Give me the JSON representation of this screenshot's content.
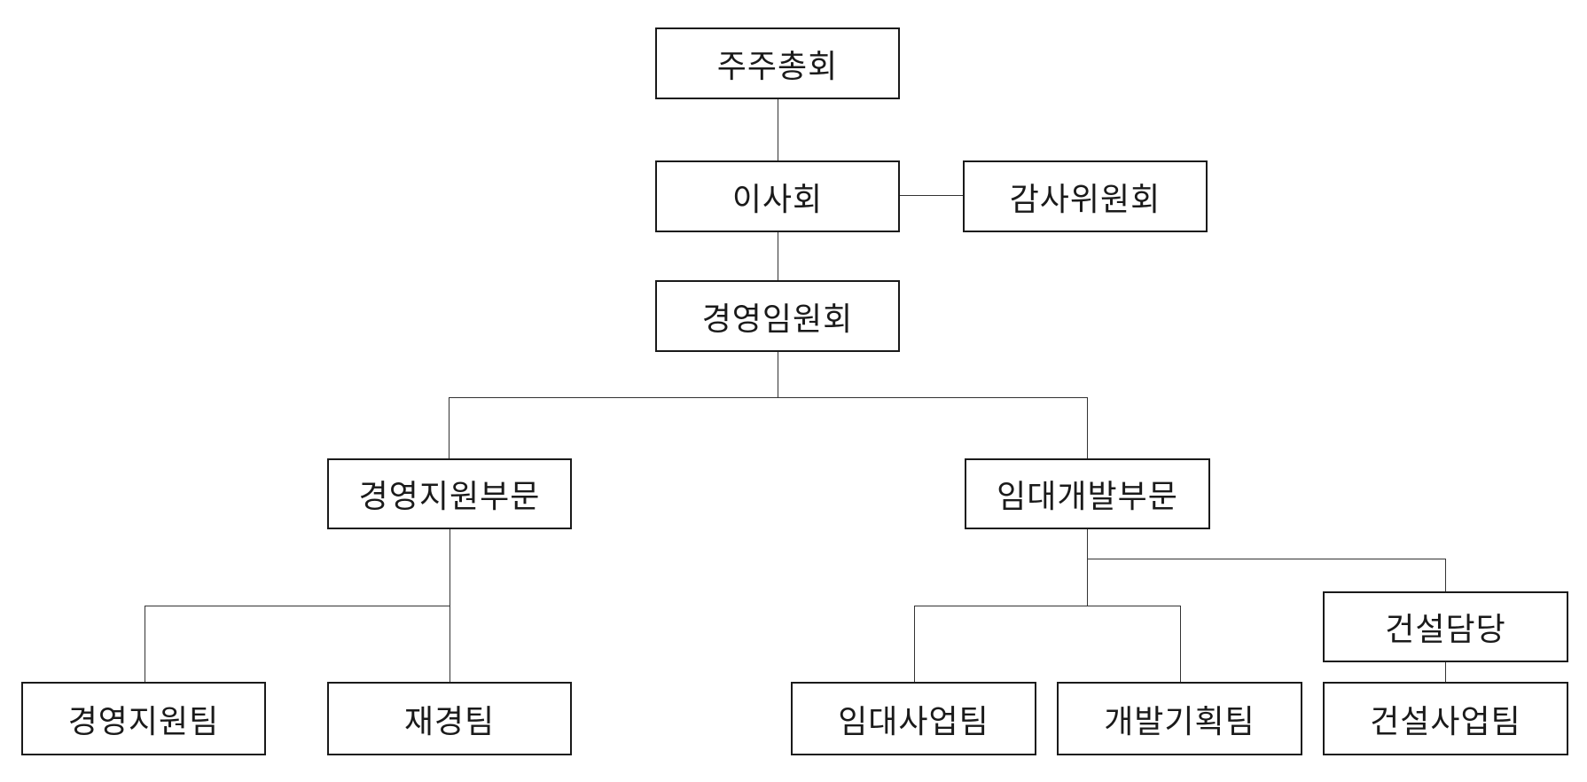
{
  "org_chart": {
    "shareholders_meeting": "주주총회",
    "board_of_directors": "이사회",
    "audit_committee": "감사위원회",
    "management_committee": "경영임원회",
    "management_support_division": "경영지원부문",
    "leasing_development_division": "임대개발부문",
    "construction_manager": "건설담당",
    "management_support_team": "경영지원팀",
    "finance_team": "재경팀",
    "leasing_business_team": "임대사업팀",
    "development_planning_team": "개발기획팀",
    "construction_business_team": "건설사업팀"
  }
}
